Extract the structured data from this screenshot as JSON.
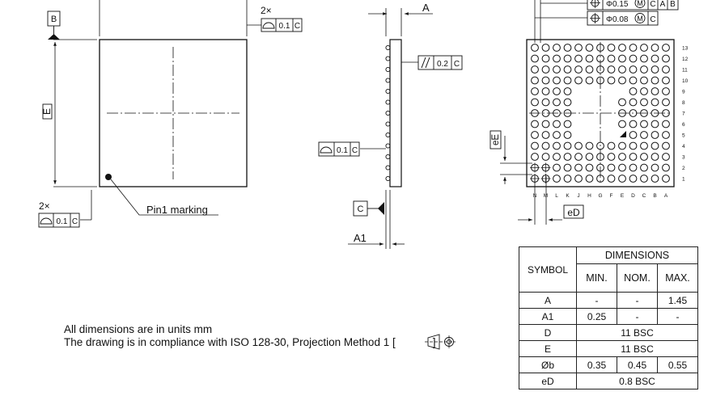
{
  "datums": {
    "b": "B",
    "c": "C"
  },
  "package": {
    "e_label": "E",
    "pin1_marking": "Pin1 marking",
    "flat_two_x_top": "2×",
    "flat_two_x_bottom": "2×",
    "flat_tolerance": "0.1",
    "flat_datum": "C"
  },
  "side_view": {
    "a_label": "A",
    "a1_label": "A1",
    "parallel_tolerance": "0.2",
    "parallel_datum": "C",
    "surface_tolerance": "0.1",
    "surface_datum": "C"
  },
  "ball_view": {
    "pos_tol_1": "Φ0.15",
    "pos_tol_1_mod": "M",
    "pos_tol_1_datums": [
      "C",
      "A",
      "B"
    ],
    "pos_tol_2": "Φ0.08",
    "pos_tol_2_mod": "M",
    "pos_tol_2_datums": [
      "C"
    ],
    "row_numbers": [
      "13",
      "12",
      "11",
      "10",
      "9",
      "8",
      "7",
      "6",
      "5",
      "4",
      "3",
      "2",
      "1"
    ],
    "column_letters": [
      "N",
      "M",
      "L",
      "K",
      "J",
      "H",
      "G",
      "F",
      "E",
      "D",
      "C",
      "B",
      "A"
    ],
    "ee_label": "eE",
    "ed_label": "eD"
  },
  "notes": {
    "line1": "All dimensions are in units mm",
    "line2": "The drawing is in compliance with ISO 128-30, Projection Method 1 [",
    "line2_end": "]"
  },
  "table": {
    "symbol_header": "SYMBOL",
    "dimensions_header": "DIMENSIONS",
    "min_header": "MIN.",
    "nom_header": "NOM.",
    "max_header": "MAX.",
    "rows": [
      {
        "symbol": "A",
        "min": "-",
        "nom": "-",
        "max": "1.45"
      },
      {
        "symbol": "A1",
        "min": "0.25",
        "nom": "-",
        "max": "-"
      },
      {
        "symbol": "D",
        "span": "11 BSC"
      },
      {
        "symbol": "E",
        "span": "11 BSC"
      },
      {
        "symbol": "Øb",
        "min": "0.35",
        "nom": "0.45",
        "max": "0.55"
      },
      {
        "symbol": "eD",
        "span": "0.8 BSC"
      }
    ]
  }
}
